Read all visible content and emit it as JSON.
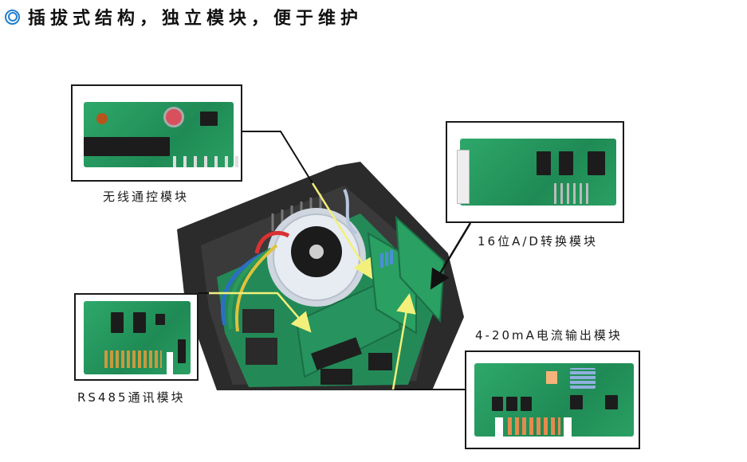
{
  "title": {
    "icon": "double-circle-bullet-icon",
    "text": "插拔式结构，独立模块，便于维护",
    "icon_color": "#1f7fd1"
  },
  "modules": [
    {
      "id": "wireless",
      "label": "无线通控模块"
    },
    {
      "id": "ad16",
      "label": "16位A/D转换模块"
    },
    {
      "id": "rs485",
      "label": "RS485通讯模块"
    },
    {
      "id": "current_out",
      "label": "4-20mA电流输出模块"
    }
  ],
  "colors": {
    "pcb_green": "#1f8a55",
    "box_border": "#1a1a1a",
    "arrow_yellow": "#f2f07a",
    "arrow_black": "#111111"
  }
}
